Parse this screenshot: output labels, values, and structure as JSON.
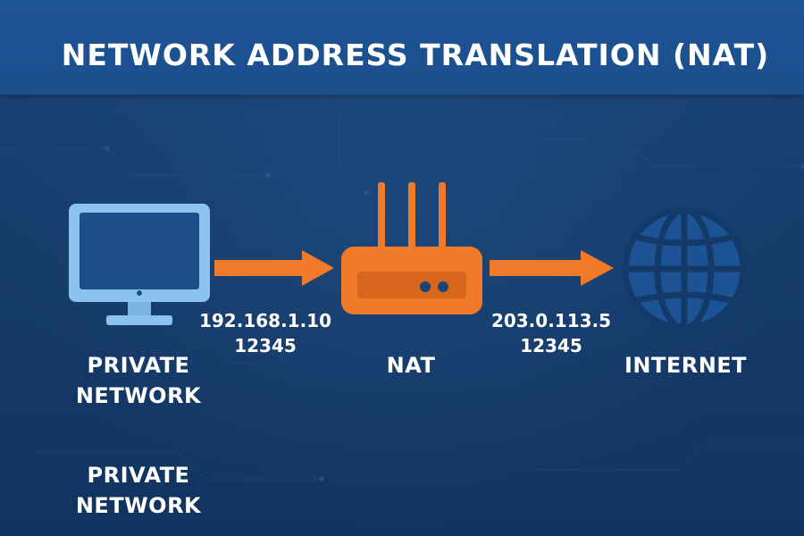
{
  "title": "NETWORK ADDRESS TRANSLATION (NAT)",
  "nodes": {
    "private": {
      "label_line1": "PRIVATE",
      "label_line2": "NETWORK",
      "icon": "computer-monitor-icon"
    },
    "nat": {
      "label": "NAT",
      "icon": "router-icon"
    },
    "internet": {
      "label": "INTERNET",
      "icon": "globe-icon"
    }
  },
  "addresses": {
    "private_side": {
      "ip": "192.168.1.10",
      "port": "12345"
    },
    "public_side": {
      "ip": "203.0.113.5",
      "port": "12345"
    }
  },
  "extra_label": {
    "line1": "PRIVATE",
    "line2": "NETWORK"
  },
  "colors": {
    "background": "#163c6a",
    "header": "#1b4f8d",
    "arrow": "#f07a2a",
    "router": "#f07a2a",
    "monitor": "#8ac4ee",
    "globe": "#1c5394",
    "text": "#ffffff"
  }
}
